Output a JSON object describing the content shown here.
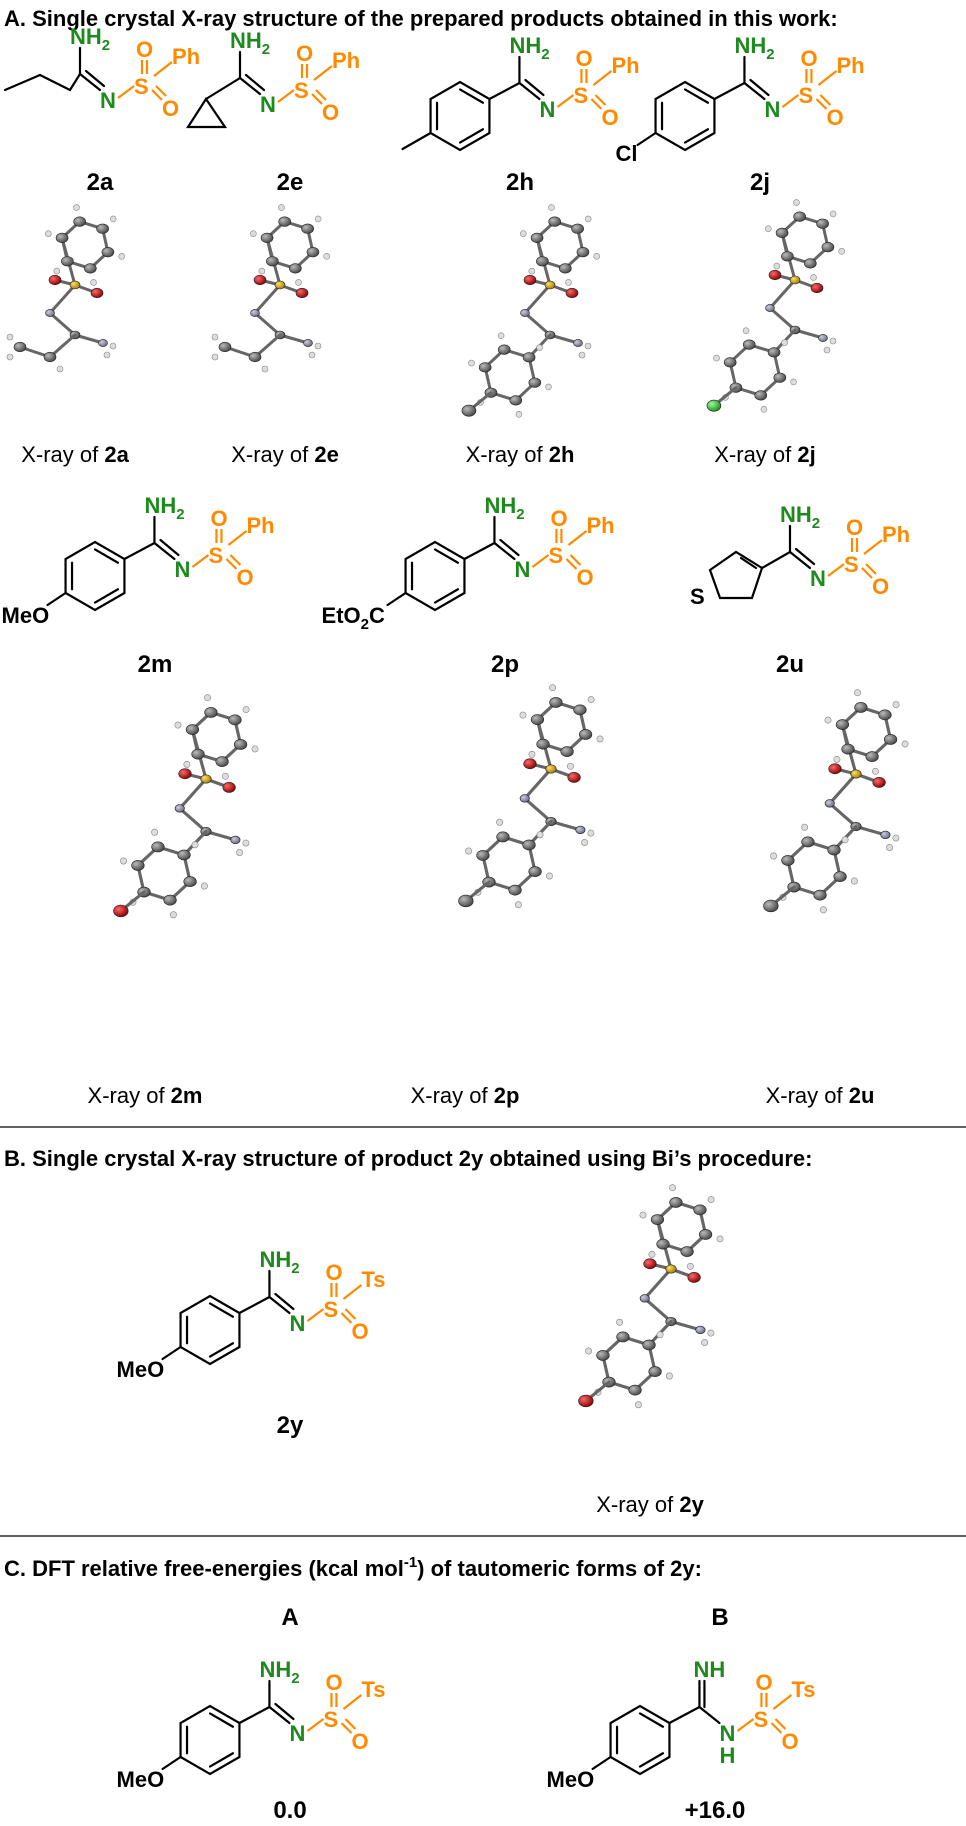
{
  "sections": {
    "a": "A. Single crystal X-ray structure of the prepared products obtained in this work:",
    "b": "B. Single crystal X-ray structure of product 2y obtained using Bi’s procedure:",
    "c_pre": "C. DFT relative free-energies (kcal mol",
    "c_sup": "-1",
    "c_post": ") of tautomeric forms of 2y:"
  },
  "xray_prefix": "X-ray of ",
  "compounds": [
    "2a",
    "2e",
    "2h",
    "2j",
    "2m",
    "2p",
    "2u"
  ],
  "compound_2y": "2y",
  "atoms": {
    "nh2": "NH",
    "nh2_sub": "2",
    "n": "N",
    "s": "S",
    "o": "O",
    "ph": "Ph",
    "ts": "Ts",
    "cl": "Cl",
    "meo": "MeO",
    "eto2c_a": "EtO",
    "eto2c_sub": "2",
    "eto2c_b": "C",
    "s_ring": "S",
    "nh": "NH",
    "h": "H"
  },
  "tautomers": {
    "a_label": "A",
    "b_label": "B",
    "a_energy": "0.0",
    "b_energy": "+16.0"
  },
  "colors": {
    "green": "#1e8a1e",
    "orange": "#ff8a00",
    "oxygen": "#cc1111",
    "nitrogen": "#8888cc",
    "sulfur": "#e0b000",
    "chlorine": "#33cc33"
  }
}
